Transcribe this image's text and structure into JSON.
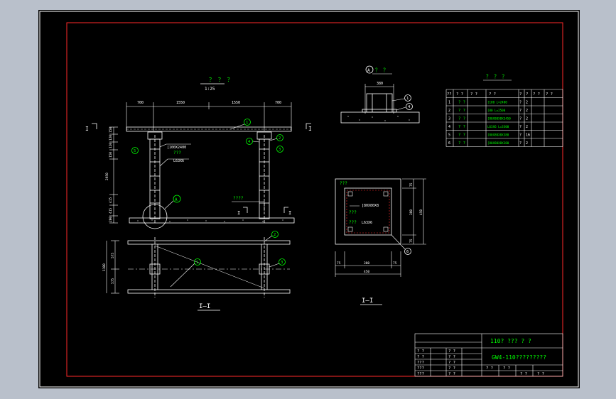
{
  "main_view": {
    "title": "？ ？ ？",
    "scale": "1:25",
    "dims_top": [
      "700",
      "1550",
      "1550",
      "700"
    ],
    "dims_left": [
      "150",
      "120",
      "120",
      "150",
      "2950",
      "415",
      "415",
      "200"
    ],
    "section_mark": "I",
    "annotations": [
      "[100X2400",
      "???",
      "L63X6",
      "????"
    ],
    "callouts": [
      "1",
      "2",
      "3",
      "4",
      "5"
    ],
    "detail_tag": "A"
  },
  "plan_view": {
    "dims_left": [
      "1100",
      "575",
      "575"
    ],
    "label": "I—I"
  },
  "detail_a": {
    "title": "？ ？",
    "tag": "A",
    "dim": "380",
    "callouts": [
      "1",
      "4"
    ]
  },
  "section_view": {
    "title": "???",
    "notes": [
      "[80X80X8",
      "???",
      "L63X6"
    ],
    "dims_bottom": [
      "75",
      "380",
      "75",
      "450"
    ],
    "dims_right": [
      "75",
      "380",
      "75",
      "450"
    ],
    "callout": "6",
    "label": "I—I"
  },
  "bom": {
    "title": "？ ？ ？",
    "headers": [
      "??",
      "?  ?",
      "?  ?",
      "?  ?",
      "?",
      "?",
      "?  ?",
      "?  ?"
    ],
    "rows": [
      [
        "1",
        "?  ?",
        "[100 L=2400",
        "?",
        "2"
      ],
      [
        "2",
        "?  ?",
        "[80 L=2500",
        "?",
        "2"
      ],
      [
        "3",
        "?  ?",
        "[80X80X8X3450",
        "?",
        "2"
      ],
      [
        "4",
        "?  ?",
        "L63X6 L=3300",
        "?",
        "2"
      ],
      [
        "5",
        "?  ?",
        "[80X80X8X380",
        "?",
        "16"
      ],
      [
        "6",
        "?  ?",
        "[80X80X8X380",
        "?",
        "2"
      ]
    ]
  },
  "title_block": {
    "project": "110?     ???    ? ?",
    "drawing": "GW4-110?????????",
    "left_labels": [
      "? ?",
      "? ?",
      "???",
      "???",
      "???"
    ],
    "mid_labels": [
      "? ?",
      "? ?",
      "? ?",
      "? ?",
      "? ?"
    ],
    "bottom_cells": [
      "? ?",
      "? ?",
      "? ?",
      "? ?"
    ]
  }
}
